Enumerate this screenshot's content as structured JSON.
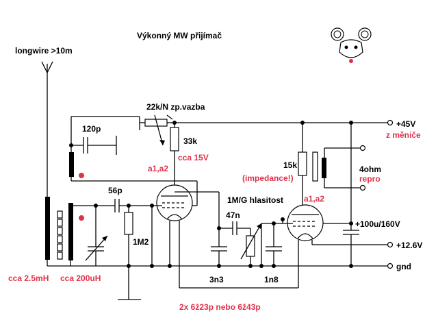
{
  "diagram": {
    "title": "Výkonný MW přijímač",
    "colors": {
      "ink": "#000000",
      "accent": "#e0304a",
      "background": "#ffffff"
    },
    "icons": {
      "mascot": "mouse-face-icon",
      "antenna": "antenna-icon"
    },
    "labels": {
      "antenna": "longwire >10m",
      "feedback": "22k/N  zp.vazba",
      "c_120p": "120p",
      "r_33k": "33k",
      "voltage_15v": "cca 15V",
      "tube1_anodes": "a1,a2",
      "c_56p": "56p",
      "r_1m2": "1M2",
      "volume": "1M/G hlasitost",
      "c_47n": "47n",
      "c_3n3": "3n3",
      "c_1n8": "1n8",
      "r_15k": "15k",
      "impedance": "(impedance!)",
      "tube2_anodes": "a1,a2",
      "speaker_ohm": "4ohm",
      "speaker": "repro",
      "supply_45v": "+45V",
      "supply_45v_note": "z měniče",
      "c_100u": "+100u/160V",
      "supply_12v": "+12.6V",
      "ground": "gnd",
      "coil_2m5": "cca 2.5mH",
      "coil_200u": "cca 200uH",
      "tubes": "2x 6ž23p nebo 6ž43p"
    }
  }
}
